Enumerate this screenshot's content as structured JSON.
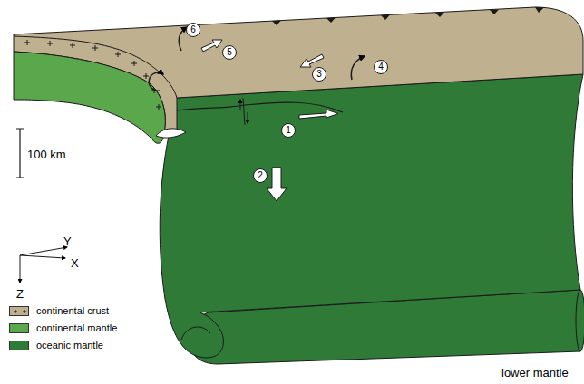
{
  "diagram": {
    "labels": [
      "1",
      "2",
      "3",
      "4",
      "5",
      "6",
      "100 km",
      "Y",
      "X",
      "Z",
      "lower mantle"
    ],
    "legend": [
      {
        "text": "continental crust",
        "color": "#bfb08f"
      },
      {
        "text": "continental mantle",
        "color": "#5aa84b"
      },
      {
        "text": "oceanic mantle",
        "color": "#2f7a36"
      }
    ]
  }
}
